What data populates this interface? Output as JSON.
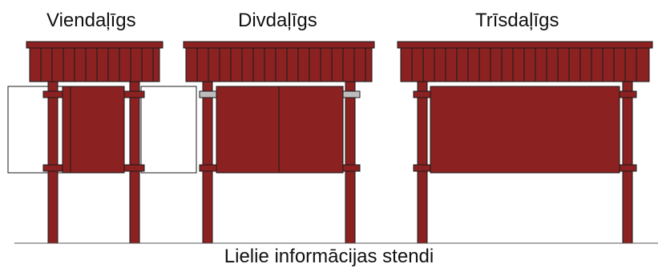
{
  "stands": [
    {
      "title": "Viendaļīgs"
    },
    {
      "title": "Divdaļīgs"
    },
    {
      "title": "Trīsdaļīgs"
    }
  ],
  "caption": "Lielie informācijas stendi",
  "colors": {
    "wood": "#8b2121",
    "outline": "#1a1a1a",
    "wing": "#ffffff",
    "bracket": "#bdbdbd",
    "ground": "#555555"
  }
}
